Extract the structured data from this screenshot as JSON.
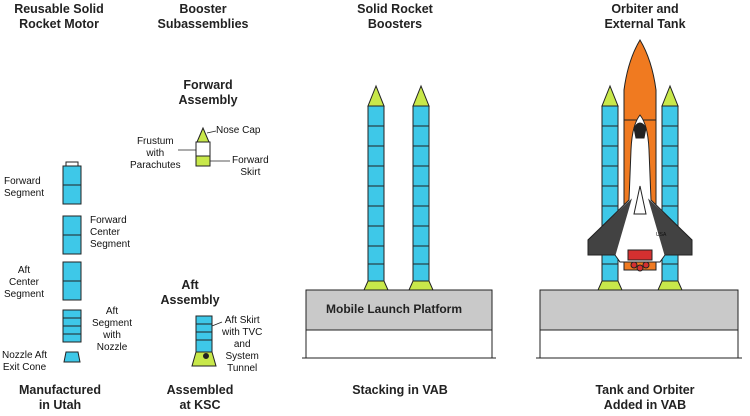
{
  "headers": {
    "col1": [
      "Reusable Solid",
      "Rocket Motor"
    ],
    "col2": [
      "Booster",
      "Subassemblies"
    ],
    "col3": [
      "Solid Rocket",
      "Boosters"
    ],
    "col4": [
      "Orbiter and",
      "External Tank"
    ]
  },
  "footers": {
    "col1": [
      "Manufactured",
      "in Utah"
    ],
    "col2": [
      "Assembled",
      "at KSC"
    ],
    "col3": "Stacking in VAB",
    "col4": [
      "Tank and Orbiter",
      "Added in VAB"
    ]
  },
  "motor_labels": {
    "forward": [
      "Forward",
      "Segment"
    ],
    "forward_center": [
      "Forward",
      "Center",
      "Segment"
    ],
    "aft_center": [
      "Aft",
      "Center",
      "Segment"
    ],
    "aft": [
      "Aft",
      "Segment",
      "with",
      "Nozzle"
    ],
    "nozzle": [
      "Nozzle Aft",
      "Exit Cone"
    ]
  },
  "forward_assembly": {
    "title": [
      "Forward",
      "Assembly"
    ],
    "nose_cap": "Nose Cap",
    "frustum": [
      "Frustum",
      "with",
      "Parachutes"
    ],
    "forward_skirt": [
      "Forward",
      "Skirt"
    ]
  },
  "aft_assembly": {
    "title": [
      "Aft",
      "Assembly"
    ],
    "aft_skirt": [
      "Aft Skirt",
      "with TVC",
      "and",
      "System",
      "Tunnel"
    ]
  },
  "platform_label": "Mobile Launch Platform",
  "orbiter_marking": "USA",
  "colors": {
    "booster_body": "#3ec8e8",
    "booster_cap": "#c8e84a",
    "tank": "#f07a20",
    "platform": "#c9c9c9",
    "outline": "#222222"
  }
}
